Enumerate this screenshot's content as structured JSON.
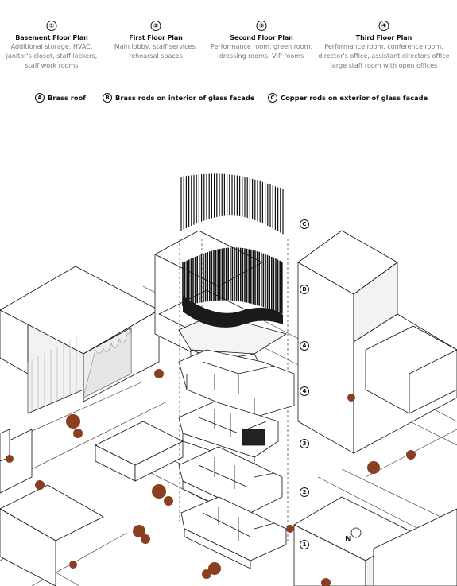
{
  "floors": [
    {
      "num": "①",
      "title": "Basement Floor Plan",
      "desc": [
        "Additional storage, HVAC,",
        "janitor's closet, staff lockers,",
        "staff work rooms"
      ]
    },
    {
      "num": "②",
      "title": "First Floor Plan",
      "desc": [
        "Main lobby, staff services,",
        "rehearsal spaces"
      ]
    },
    {
      "num": "③",
      "title": "Second Floor Plan",
      "desc": [
        "Performance room, green room,",
        "dressing rooms, VIP rooms"
      ]
    },
    {
      "num": "④",
      "title": "Third Floor Plan",
      "desc": [
        "Performance room, conference room,",
        "director's office, assistant directors office",
        "large staff room with open offices"
      ]
    }
  ],
  "key": [
    {
      "mark": "A",
      "text": "Brass roof"
    },
    {
      "mark": "B",
      "text": "Brass rods on interior of glass facade"
    },
    {
      "mark": "C",
      "text": "Copper rods on exterior of glass facade"
    }
  ],
  "tags": {
    "c": "C",
    "b": "B",
    "a": "A",
    "f4": "4",
    "f3": "3",
    "f2": "2",
    "f1": "1"
  },
  "north_label": "N",
  "colors": {
    "tree": "#8a3f22",
    "line": "#111111",
    "roof": "#1a1a1a"
  }
}
